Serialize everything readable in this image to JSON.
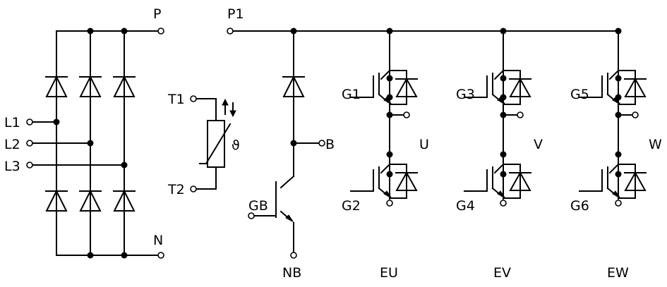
{
  "labels": {
    "p": "P",
    "n": "N",
    "p1": "P1",
    "l1": "L1",
    "l2": "L2",
    "l3": "L3",
    "t1": "T1",
    "t2": "T2",
    "theta": "ϑ",
    "b": "B",
    "gb": "GB",
    "nb": "NB",
    "g1": "G1",
    "g2": "G2",
    "g3": "G3",
    "g4": "G4",
    "g5": "G5",
    "g6": "G6",
    "u": "U",
    "v": "V",
    "w": "W",
    "eu": "EU",
    "ev": "EV",
    "ew": "EW"
  },
  "colors": {
    "line": "#000000",
    "background": "#ffffff"
  }
}
